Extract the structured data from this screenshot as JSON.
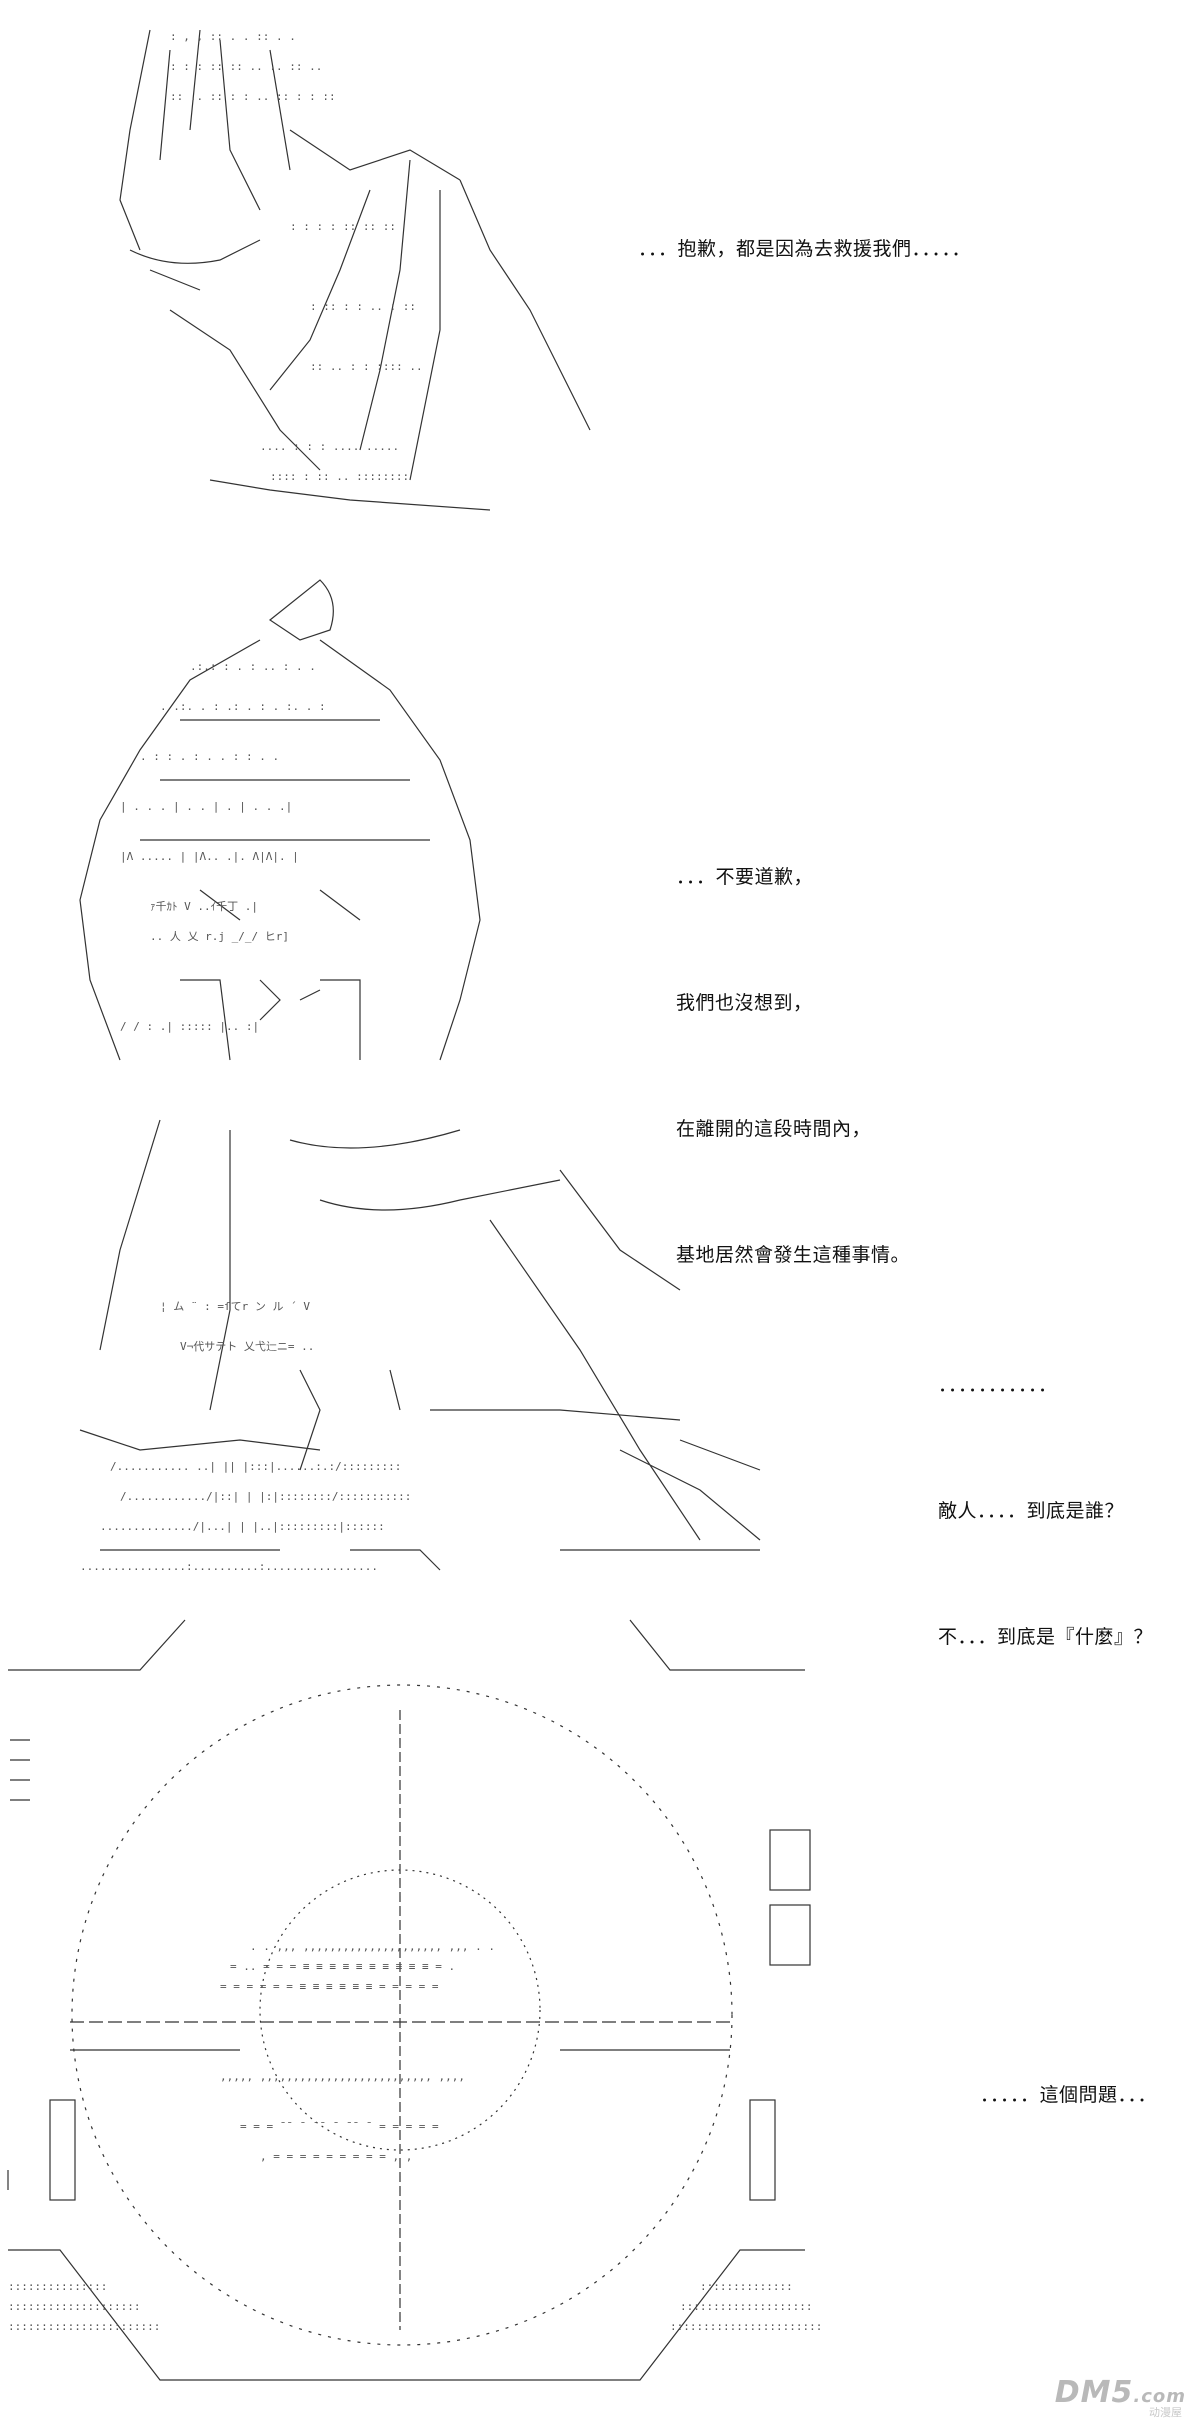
{
  "panels": [
    {
      "dialog": [
        "．．．抱歉，都是因為去救援我們．．．．．"
      ]
    },
    {
      "dialog": [
        "．．．不要道歉，",
        "我們也沒想到，",
        "在離開的這段時間內，",
        "基地居然會發生這種事情。"
      ]
    },
    {
      "dialog": [
        "．．．．．．．．．．．",
        "敵人．．．．到底是誰？",
        "不．．．到底是『什麼』？"
      ]
    },
    {
      "dialog": [
        "．．．．．這個問題．．．"
      ]
    }
  ],
  "watermark": {
    "logo": "DM5",
    "suffix": ".com",
    "sub": "动漫屋"
  }
}
